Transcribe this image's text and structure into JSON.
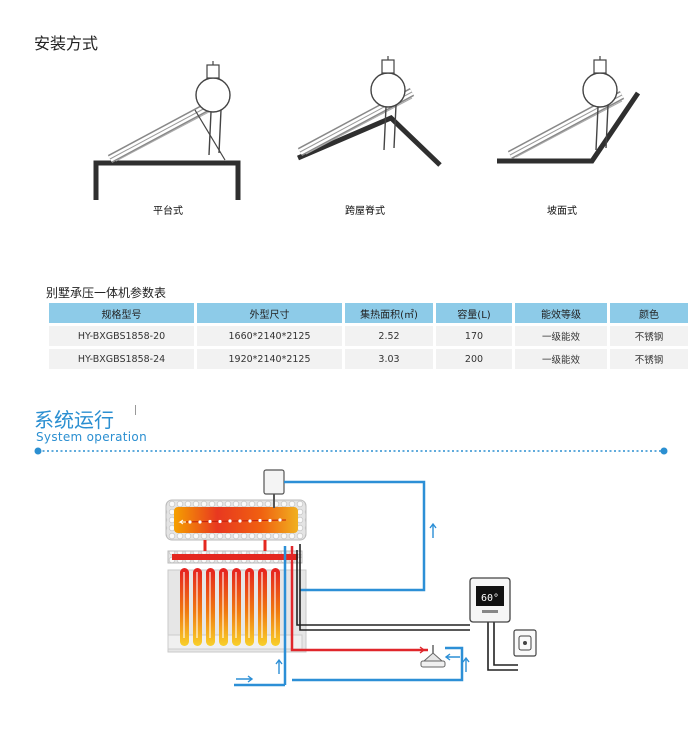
{
  "install": {
    "title": "安装方式",
    "captions": [
      "平台式",
      "跨屋脊式",
      "坡面式"
    ]
  },
  "spec_table": {
    "title": "别墅承压一体机参数表",
    "headers": [
      "规格型号",
      "外型尺寸",
      "集热面积(㎡)",
      "容量(L)",
      "能效等级",
      "颜色"
    ],
    "rows": [
      [
        "HY-BXGBS1858-20",
        "1660*2140*2125",
        "2.52",
        "170",
        "一级能效",
        "不锈钢"
      ],
      [
        "HY-BXGBS1858-24",
        "1920*2140*2125",
        "3.03",
        "200",
        "一级能效",
        "不锈钢"
      ]
    ]
  },
  "system": {
    "title": "系统运行",
    "subtitle": "System operation",
    "controller_display": "60°"
  },
  "colors": {
    "accent_blue": "#2b8fd1",
    "header_blue": "#8dcbe8",
    "pipe_red": "#e0262b",
    "pipe_blue": "#2c8fd6",
    "roof_dark": "#2f2f2f"
  }
}
